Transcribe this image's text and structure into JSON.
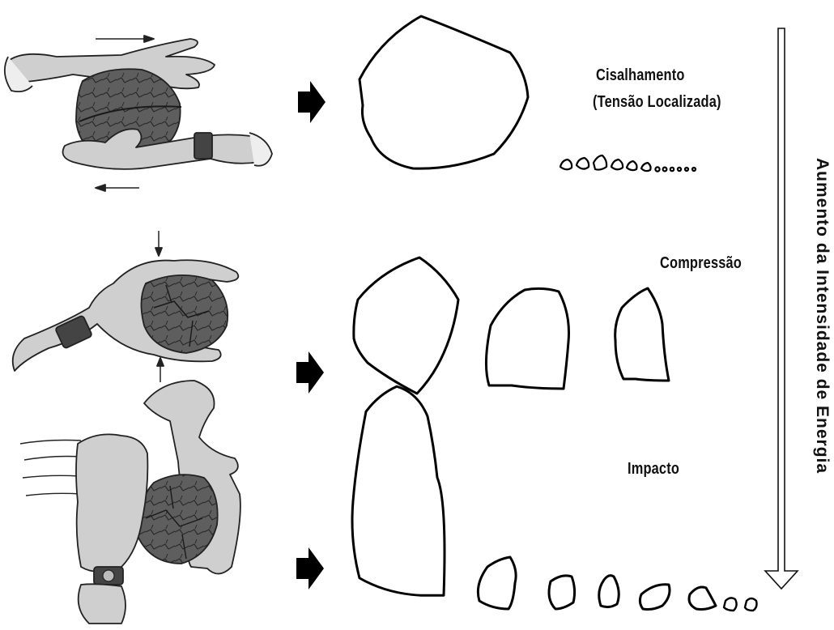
{
  "labels": {
    "shear_line1": "Cisalhamento",
    "shear_line2": "(Tensão Localizada)",
    "compression": "Compressão",
    "impact": "Impacto",
    "energy_axis": "Aumento da Intensidade de Energia"
  },
  "colors": {
    "ink": "#111111",
    "rock": "#5a5a5a",
    "hand": "#c9c9c9"
  },
  "icons": {
    "stage_arrow": "right-arrow-icon",
    "energy_arrow": "down-arrow-icon"
  }
}
